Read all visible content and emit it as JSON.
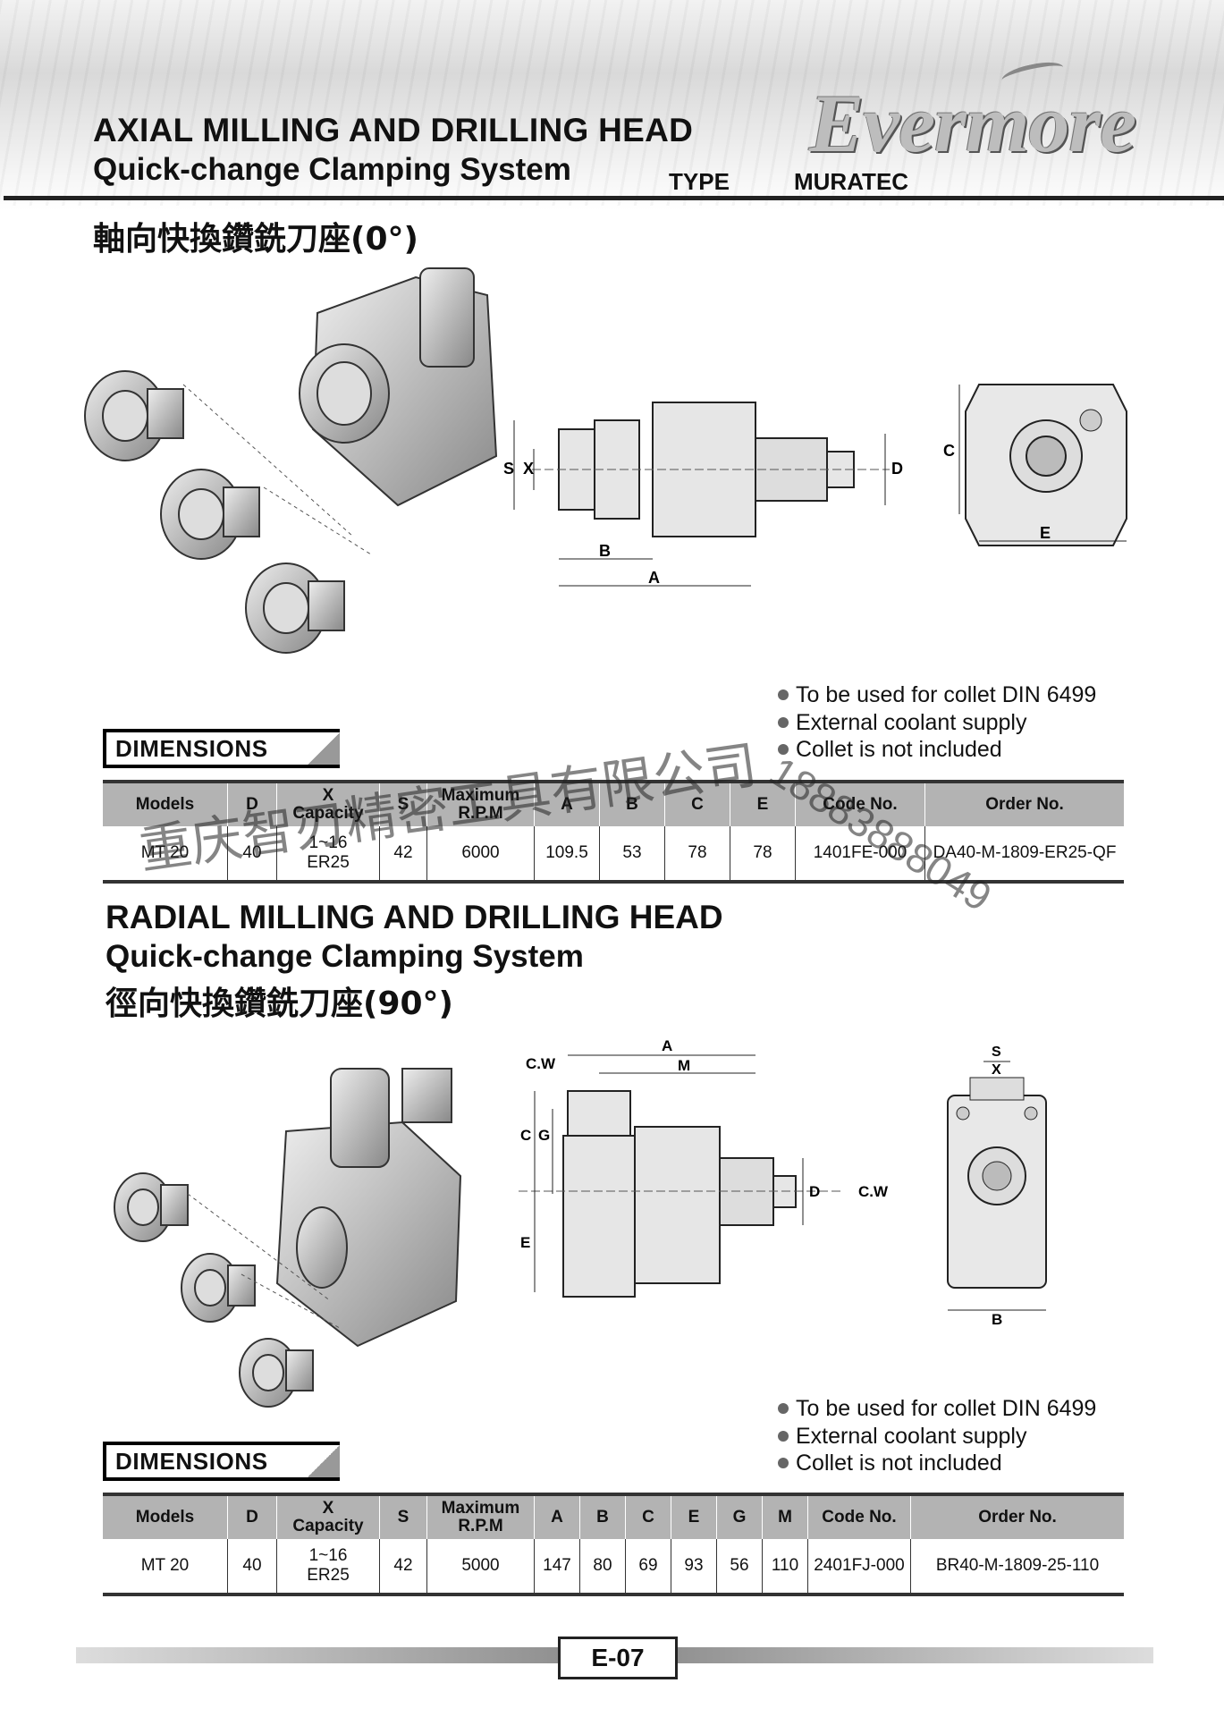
{
  "header": {
    "brand": "Evermore",
    "title_en_1": "AXIAL MILLING AND DRILLING HEAD",
    "title_en_2": "Quick-change Clamping System",
    "title_zh": "軸向快換鑽銑刀座(0°)",
    "type_label": "TYPE",
    "type_value": "MURATEC"
  },
  "axial": {
    "drawing_labels": {
      "S": "S",
      "X": "X",
      "B": "B",
      "A": "A",
      "D": "D",
      "C": "C",
      "E": "E"
    },
    "notes": [
      "To be used for collet DIN 6499",
      "External coolant supply",
      "Collet is not included"
    ],
    "dimensions_tag": "DIMENSIONS",
    "columns": [
      "Models",
      "D",
      "X\nCapacity",
      "S",
      "Maximum\nR.P.M",
      "A",
      "B",
      "C",
      "E",
      "Code No.",
      "Order No."
    ],
    "row": [
      "MT 20",
      "40",
      "1~16\nER25",
      "42",
      "6000",
      "109.5",
      "53",
      "78",
      "78",
      "1401FE-000",
      "DA40-M-1809-ER25-QF"
    ]
  },
  "radial": {
    "title_en_1": "RADIAL MILLING AND DRILLING HEAD",
    "title_en_2": "Quick-change Clamping System",
    "title_zh": "徑向快換鑽銑刀座(90°)",
    "drawing_labels": {
      "A": "A",
      "M": "M",
      "CW": "C.W",
      "C": "C",
      "G": "G",
      "E": "E",
      "D": "D",
      "S": "S",
      "X": "X",
      "B": "B"
    },
    "notes": [
      "To be used for collet DIN 6499",
      "External coolant supply",
      "Collet is not included"
    ],
    "dimensions_tag": "DIMENSIONS",
    "columns": [
      "Models",
      "D",
      "X\nCapacity",
      "S",
      "Maximum\nR.P.M",
      "A",
      "B",
      "C",
      "E",
      "G",
      "M",
      "Code No.",
      "Order No."
    ],
    "row": [
      "MT 20",
      "40",
      "1~16\nER25",
      "42",
      "5000",
      "147",
      "80",
      "69",
      "93",
      "56",
      "110",
      "2401FJ-000",
      "BR40-M-1809-25-110"
    ]
  },
  "watermark": {
    "company": "重庆智刃精密工具有限公司",
    "phone": "18883888049"
  },
  "footer": {
    "page": "E-07"
  }
}
